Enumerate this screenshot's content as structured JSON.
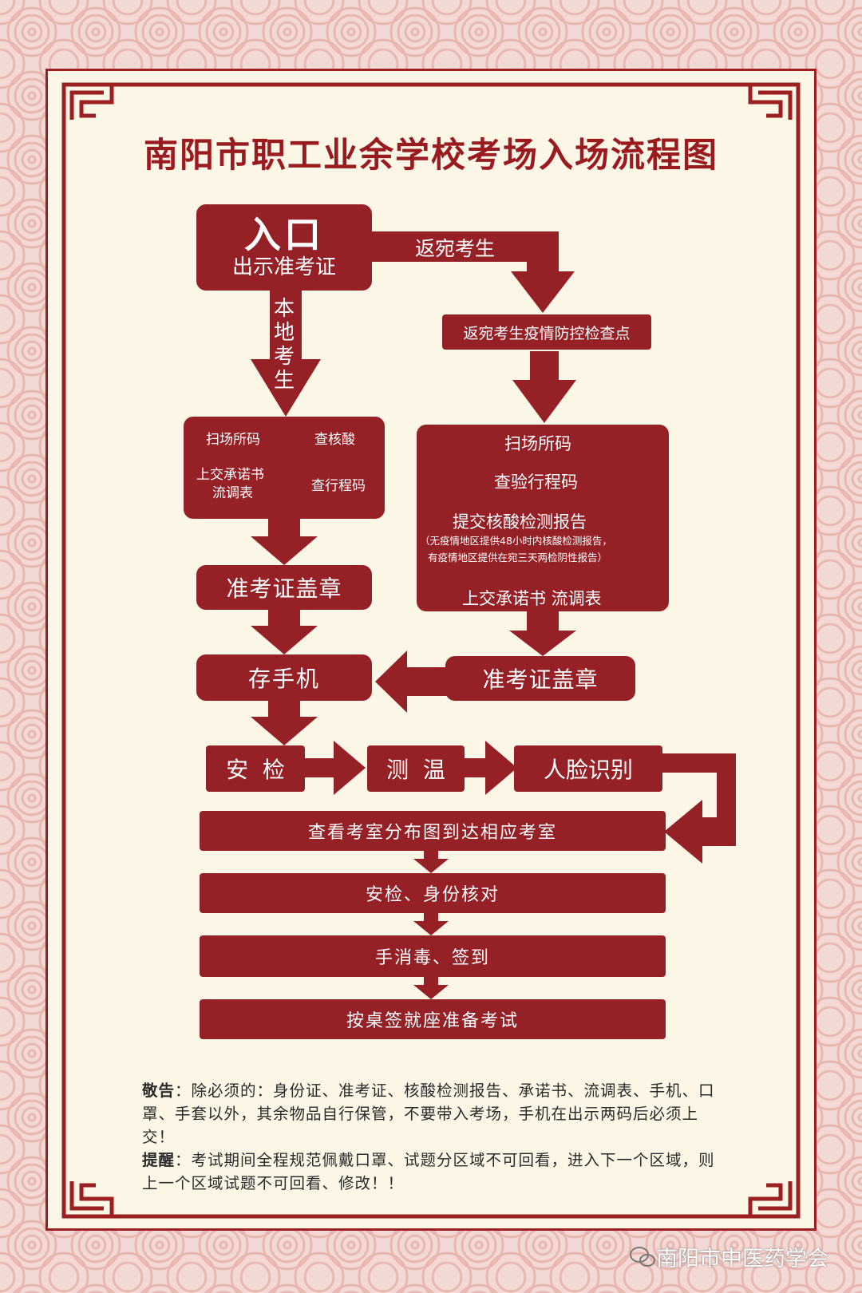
{
  "title": "南阳市职工业余学校考场入场流程图",
  "colors": {
    "primary": "#952025",
    "panel": "#fcf6e6",
    "background": "#f3d9d5"
  },
  "entrance": {
    "main": "入口",
    "sub": "出示准考证"
  },
  "branch": {
    "returning_label": "返宛考生",
    "local_label": "本地考生"
  },
  "returning": {
    "checkpoint": "返宛考生疫情防控检查点",
    "steps": {
      "scan": "扫场所码",
      "trip": "查验行程码",
      "report": "提交核酸检测报告",
      "report_note_1": "（无疫情地区提供48小时内核酸检测报告，",
      "report_note_2": "有疫情地区提供在宛三天两检阴性报告）",
      "submit": "上交承诺书 流调表"
    },
    "stamp": "准考证盖章"
  },
  "local": {
    "steps": {
      "scan": "扫场所码",
      "nucleic": "查核酸",
      "trip": "查行程码",
      "submit_1": "上交承诺书",
      "submit_2": "流调表"
    },
    "stamp": "准考证盖章"
  },
  "phone": "存手机",
  "checks": {
    "security": "安  检",
    "temperature": "测  温",
    "face": "人脸识别"
  },
  "final_steps": [
    "查看考室分布图到达相应考室",
    "安检、身份核对",
    "手消毒、签到",
    "按桌签就座准备考试"
  ],
  "notes": {
    "warning_label": "敬告",
    "warning_text": "：除必须的：身份证、准考证、核酸检测报告、承诺书、流调表、手机、口罩、手套以外，其余物品自行保管，不要带入考场，手机在出示两码后必须上交！",
    "reminder_label": "提醒",
    "reminder_text": "：考试期间全程规范佩戴口罩、试题分区域不可回看，进入下一个区域，则上一个区域试题不可回看、修改！！"
  },
  "watermark": "南阳市中医药学会"
}
